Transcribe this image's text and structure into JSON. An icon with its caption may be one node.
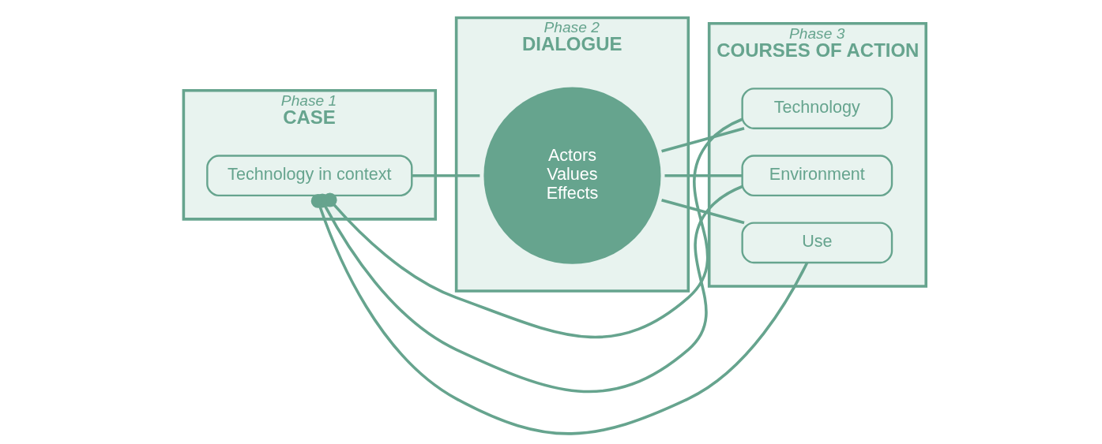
{
  "diagram": {
    "nodes": [
      {
        "text": [
          "Phase 1",
          "CASE"
        ]
      },
      {
        "text": [
          "Technology in context"
        ],
        "in": 0
      },
      {
        "text": [
          "Phase 2",
          "DIALOGUE"
        ]
      },
      {
        "text": [
          "Actors",
          "Values",
          "Effects"
        ],
        "in": 2
      },
      {
        "text": [
          "Phase 3",
          "COURSES OF ACTION"
        ]
      },
      {
        "text": [
          "Technology"
        ],
        "in": 4
      },
      {
        "text": [
          "Environment"
        ],
        "in": 4
      },
      {
        "text": [
          "Use"
        ],
        "in": 4
      }
    ],
    "edges": [
      {
        "from": 1,
        "to": 3,
        "arrow": "none"
      },
      {
        "from": 3,
        "to": 5,
        "arrow": "none"
      },
      {
        "from": 3,
        "to": 6,
        "arrow": "none"
      },
      {
        "from": 3,
        "to": 7,
        "arrow": "none"
      },
      {
        "from": 5,
        "to": 1,
        "arrow": "other"
      },
      {
        "from": 6,
        "to": 1,
        "arrow": "other"
      },
      {
        "from": 7,
        "to": 1,
        "arrow": "other"
      }
    ]
  }
}
